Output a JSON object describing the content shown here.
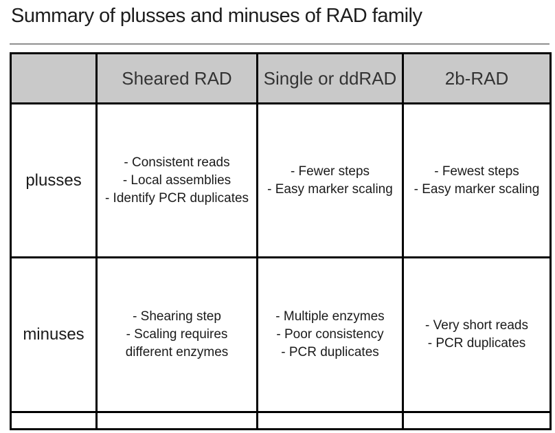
{
  "title": "Summary of plusses and minuses of RAD family",
  "table": {
    "header": [
      "",
      "Sheared RAD",
      "Single or ddRAD",
      "2b-RAD"
    ],
    "rows": [
      {
        "label": "plusses",
        "cells": [
          [
            "- Consistent reads",
            "- Local assemblies",
            "- Identify PCR duplicates"
          ],
          [
            "- Fewer steps",
            "- Easy marker scaling"
          ],
          [
            "- Fewest steps",
            "- Easy marker scaling"
          ]
        ]
      },
      {
        "label": "minuses",
        "cells": [
          [
            "- Shearing step",
            "- Scaling requires",
            "different enzymes"
          ],
          [
            "- Multiple enzymes",
            "- Poor consistency",
            "- PCR duplicates"
          ],
          [
            "- Very short reads",
            "- PCR duplicates"
          ]
        ]
      }
    ],
    "footer_row": [
      "",
      "",
      "",
      ""
    ]
  },
  "colors": {
    "header_bg": "#c9c9c9",
    "table_border": "#000000",
    "title_rule": "#8f8f8f",
    "text": "#1a1a1a"
  }
}
